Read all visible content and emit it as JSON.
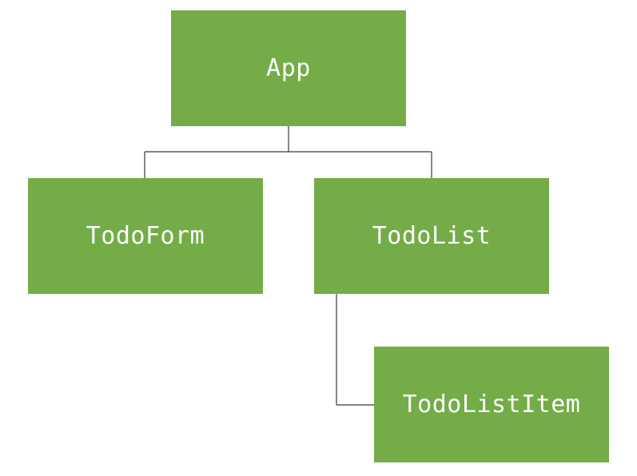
{
  "colors": {
    "node_fill": "#74ac48",
    "node_text": "#ffffff",
    "connector": "#3a3a3a"
  },
  "nodes": {
    "app": {
      "label": "App"
    },
    "todoform": {
      "label": "TodoForm"
    },
    "todolist": {
      "label": "TodoList"
    },
    "todolistitem": {
      "label": "TodoListItem"
    }
  },
  "edges": [
    {
      "from": "App",
      "to": "TodoForm"
    },
    {
      "from": "App",
      "to": "TodoList"
    },
    {
      "from": "TodoList",
      "to": "TodoListItem"
    }
  ]
}
